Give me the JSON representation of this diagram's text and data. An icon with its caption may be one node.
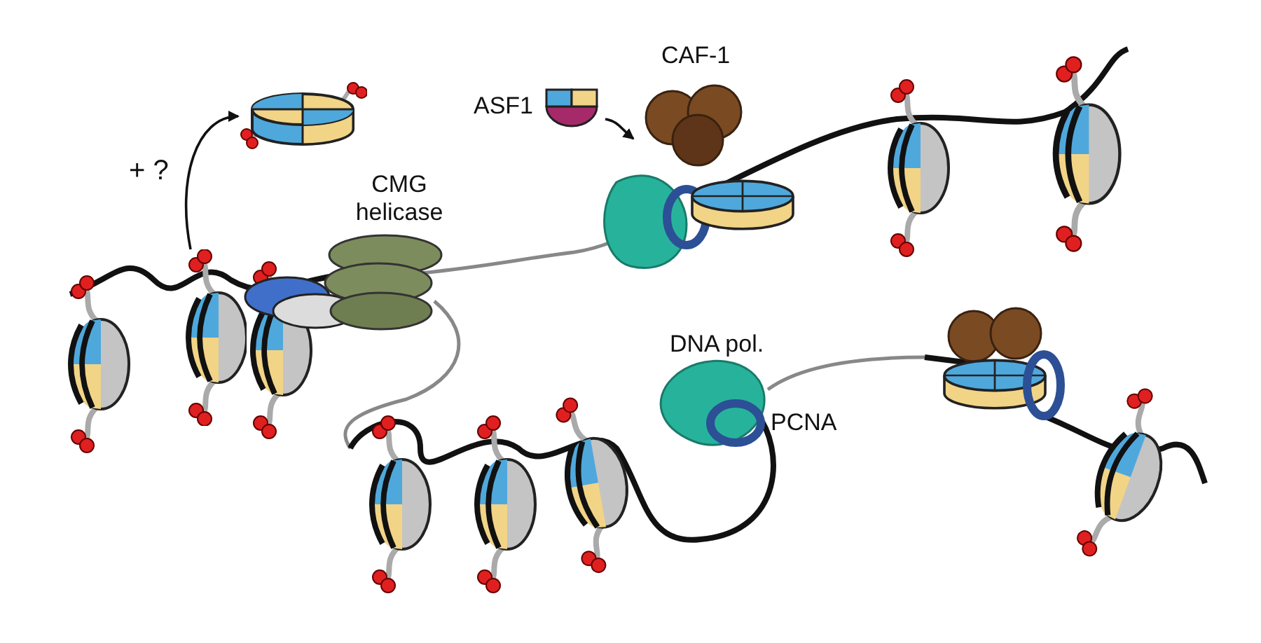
{
  "diagram": {
    "nodes": [
      {
        "text": [],
        "shape": "picture"
      },
      {
        "text": [],
        "shape": "picture"
      },
      {
        "text": [
          "ASF1"
        ]
      },
      {
        "text": [
          "CAF-1"
        ]
      }
    ],
    "edges": [
      {
        "from": 0,
        "to": 1,
        "arrow": "to",
        "label": "+ ?"
      },
      {
        "from": 2,
        "to": 3,
        "arrow": "to"
      }
    ],
    "labels": [
      "CMG helicase",
      "DNA pol.",
      "PCNA"
    ]
  }
}
